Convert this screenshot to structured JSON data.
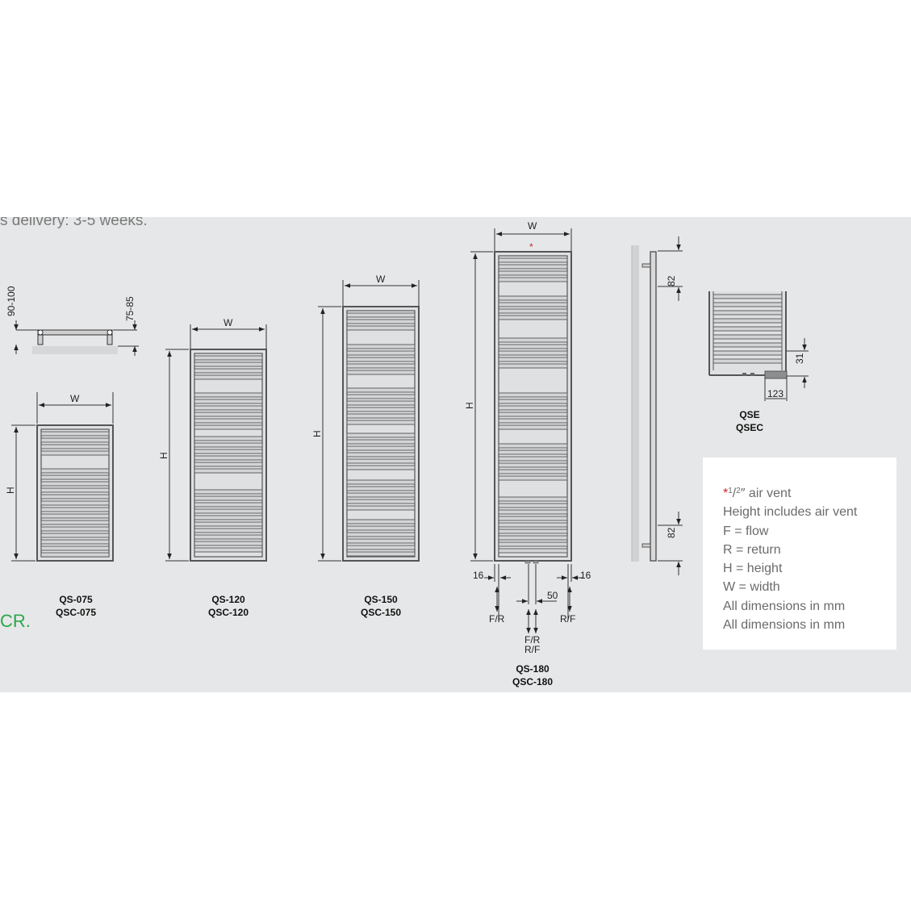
{
  "delivery_text": "s delivery: 3-5 weeks.",
  "cr_text": "CR.",
  "labels": {
    "w": "W",
    "h": "H",
    "depth_top": "90-100",
    "depth_wall": "75-85",
    "air_vent_star": "*",
    "bracket_top": "82",
    "bracket_bottom": "82",
    "dim_16": "16",
    "dim_50": "50",
    "dim_31": "31",
    "dim_123": "123",
    "fr": "F/R",
    "rf": "R/F"
  },
  "models": {
    "qs075": [
      "QS-075",
      "QSC-075"
    ],
    "qs120": [
      "QS-120",
      "QSC-120"
    ],
    "qs150": [
      "QS-150",
      "QSC-150"
    ],
    "qs180": [
      "QS-180",
      "QSC-180"
    ],
    "qse": [
      "QSE",
      "QSEC"
    ]
  },
  "legend": {
    "star": "*",
    "sup_1": "1",
    "sup_2": "2",
    "air_vent": "″ air vent",
    "lines": [
      "Height includes air vent",
      "F = flow",
      "R = return",
      "H = height",
      "W = width",
      "All dimensions in mm",
      "All dimensions in mm"
    ]
  },
  "colors": {
    "panel": "#e6e7e8",
    "frame": "#555555",
    "accent_red": "#d2232a",
    "green": "#2aa84a"
  }
}
